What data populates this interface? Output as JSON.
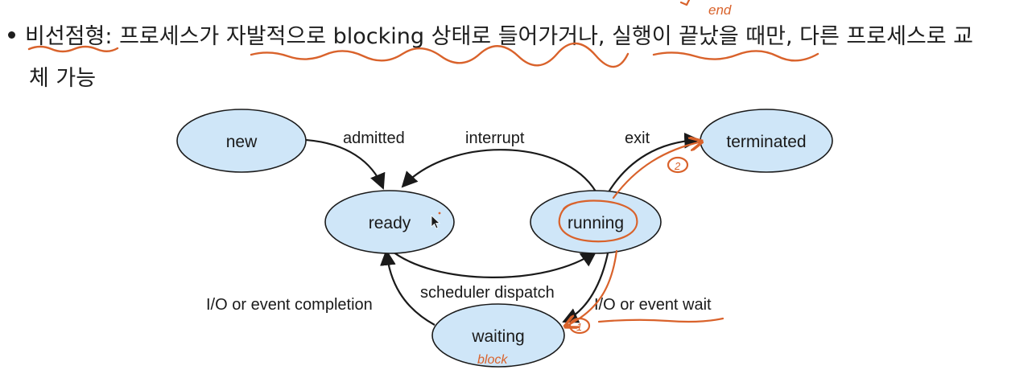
{
  "bullet": {
    "term": "비선점형",
    "colon": ":",
    "line1_rest": " 프로세스가 자발적으로 blocking 상태로 들어가거나, 실행이 끝났을 때만, 다른 프로세스로 교",
    "line2": "체 가능"
  },
  "diagram": {
    "states": {
      "new": "new",
      "ready": "ready",
      "running": "running",
      "terminated": "terminated",
      "waiting": "waiting"
    },
    "transitions": {
      "admitted": "admitted",
      "interrupt": "interrupt",
      "exit": "exit",
      "scheduler_dispatch": "scheduler dispatch",
      "io_event_completion": "I/O or event completion",
      "io_event_wait": "I/O or event wait"
    },
    "colors": {
      "state_fill": "#cfe6f8",
      "state_stroke": "#1a1a1a",
      "arrow": "#1a1a1a",
      "annotation": "#d9622b",
      "underline": "#d9622b"
    }
  },
  "annotations": {
    "end": "end",
    "block": "block",
    "circle_1": "1",
    "circle_2": "2"
  }
}
